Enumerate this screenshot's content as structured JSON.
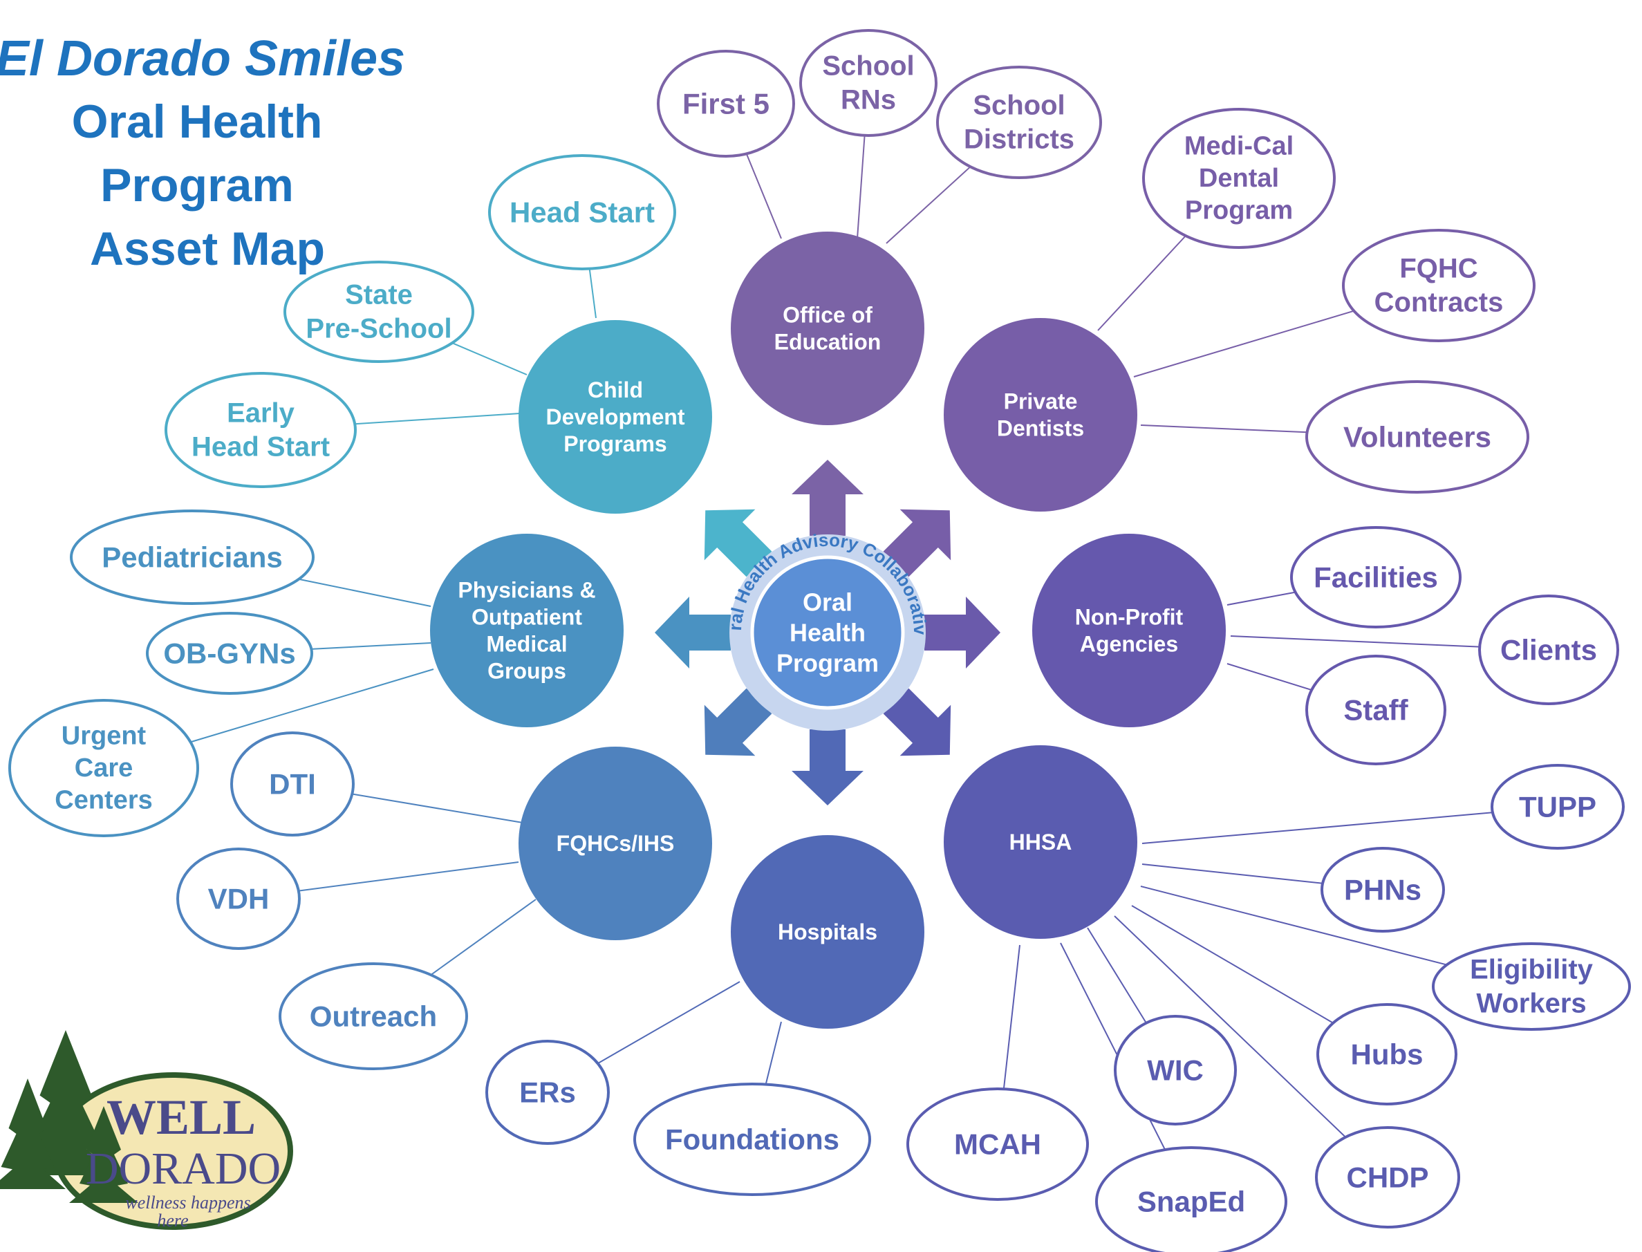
{
  "title": {
    "line1": "El Dorado Smiles",
    "line2": "Oral Health Program",
    "line3": "Asset Map"
  },
  "center": {
    "label_lines": [
      "Oral",
      "Health",
      "Program"
    ],
    "ring_text": "Oral Health Advisory Collaborative",
    "fill": "#5b8fd6",
    "ring_fill": "#c7d6ef"
  },
  "hubs": [
    {
      "id": "office-of-education",
      "lines": [
        "Office of",
        "Education"
      ],
      "fill": "#7b63a6",
      "leaves": [
        {
          "lines": [
            "First 5"
          ]
        },
        {
          "lines": [
            "School",
            "RNs"
          ]
        },
        {
          "lines": [
            "School",
            "Districts"
          ]
        }
      ]
    },
    {
      "id": "private-dentists",
      "lines": [
        "Private",
        "Dentists"
      ],
      "fill": "#775ea8",
      "leaves": [
        {
          "lines": [
            "Medi-Cal",
            "Dental",
            "Program"
          ]
        },
        {
          "lines": [
            "FQHC",
            "Contracts"
          ]
        },
        {
          "lines": [
            "Volunteers"
          ]
        }
      ]
    },
    {
      "id": "non-profit-agencies",
      "lines": [
        "Non-Profit",
        "Agencies"
      ],
      "fill": "#6558ad",
      "leaves": [
        {
          "lines": [
            "Facilities"
          ]
        },
        {
          "lines": [
            "Clients"
          ]
        },
        {
          "lines": [
            "Staff"
          ]
        }
      ]
    },
    {
      "id": "hhsa",
      "lines": [
        "HHSA"
      ],
      "fill": "#5a5cb0",
      "leaves": [
        {
          "lines": [
            "TUPP"
          ]
        },
        {
          "lines": [
            "PHNs"
          ]
        },
        {
          "lines": [
            "Eligibility",
            "Workers"
          ]
        },
        {
          "lines": [
            "Hubs"
          ]
        },
        {
          "lines": [
            "CHDP"
          ]
        },
        {
          "lines": [
            "WIC"
          ]
        },
        {
          "lines": [
            "SnapEd"
          ]
        },
        {
          "lines": [
            "MCAH"
          ]
        }
      ]
    },
    {
      "id": "hospitals",
      "lines": [
        "Hospitals"
      ],
      "fill": "#5169b6",
      "leaves": [
        {
          "lines": [
            "ERs"
          ]
        },
        {
          "lines": [
            "Foundations"
          ]
        }
      ]
    },
    {
      "id": "fqhcs-ihs",
      "lines": [
        "FQHCs/IHS"
      ],
      "fill": "#4f82be",
      "leaves": [
        {
          "lines": [
            "DTI"
          ]
        },
        {
          "lines": [
            "VDH"
          ]
        },
        {
          "lines": [
            "Outreach"
          ]
        }
      ]
    },
    {
      "id": "physicians",
      "lines": [
        "Physicians &",
        "Outpatient",
        "Medical",
        "Groups"
      ],
      "fill": "#4a92c2",
      "leaves": [
        {
          "lines": [
            "Pediatricians"
          ]
        },
        {
          "lines": [
            "OB-GYNs"
          ]
        },
        {
          "lines": [
            "Urgent",
            "Care",
            "Centers"
          ]
        }
      ]
    },
    {
      "id": "child-development",
      "lines": [
        "Child",
        "Development",
        "Programs"
      ],
      "fill": "#4cacc8",
      "leaves": [
        {
          "lines": [
            "Head Start"
          ]
        },
        {
          "lines": [
            "State",
            "Pre-School"
          ]
        },
        {
          "lines": [
            "Early",
            "Head Start"
          ]
        }
      ]
    }
  ],
  "logo": {
    "text_line1": "WELL",
    "text_line2": "DORADO",
    "tagline1": "wellness happens",
    "tagline2": "here",
    "text_color": "#4a4a8a",
    "tree_color": "#2e5a2b",
    "oval_fill": "#f4e7b3"
  },
  "colors": {
    "title": "#1e73be",
    "hub_text": "#ffffff",
    "arrow_teal": "#4fb0c8",
    "arrow_purple": "#7a63a8"
  }
}
